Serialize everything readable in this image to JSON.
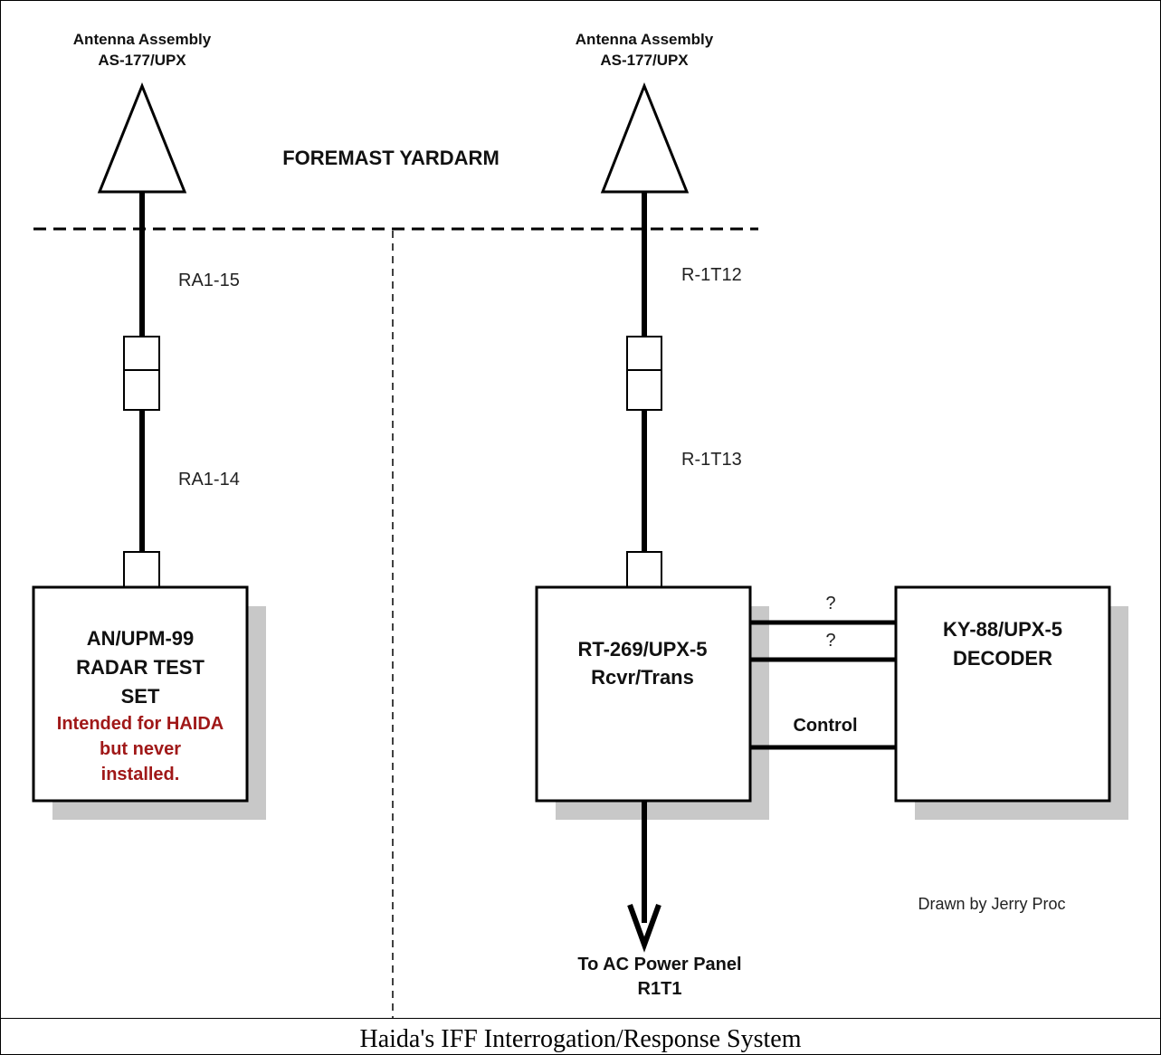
{
  "diagram": {
    "zone_label": "FOREMAST YARDARM",
    "left_antenna": {
      "line1": "Antenna Assembly",
      "line2": "AS-177/UPX"
    },
    "right_antenna": {
      "line1": "Antenna Assembly",
      "line2": "AS-177/UPX"
    },
    "left_cables": {
      "upper": "RA1-15",
      "lower": "RA1-14"
    },
    "right_cables": {
      "upper": "R-1T12",
      "lower": "R-1T13"
    },
    "test_set": {
      "line1": "AN/UPM-99",
      "line2": "RADAR TEST",
      "line3": "SET",
      "note1": "Intended for HAIDA",
      "note2": "but never",
      "note3": "installed."
    },
    "rt_unit": {
      "line1": "RT-269/UPX-5",
      "line2": "Rcvr/Trans"
    },
    "decoder": {
      "line1": "KY-88/UPX-5",
      "line2": "DECODER"
    },
    "links": {
      "link1": "?",
      "link2": "?",
      "link3": "Control"
    },
    "power": {
      "line1": "To AC Power Panel",
      "line2": "R1T1"
    },
    "credit": "Drawn by Jerry Proc",
    "colors": {
      "line": "#000000",
      "shadow": "#c8c8c8",
      "note_red": "#a01818"
    }
  },
  "caption": "Haida's IFF Interrogation/Response System"
}
